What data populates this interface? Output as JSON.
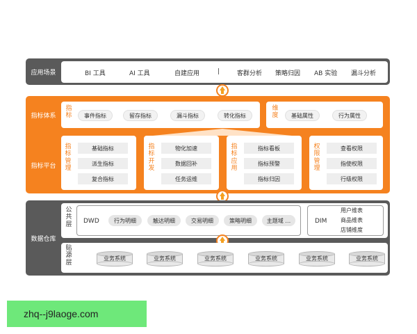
{
  "app_layer": {
    "label": "应用场景",
    "items": [
      "BI 工具",
      "AI 工具",
      "自建应用",
      "|",
      "客群分析",
      "策略归因",
      "AB 实验",
      "漏斗分析"
    ]
  },
  "metric_system": {
    "label": "指标体系",
    "indicator_box": {
      "title_chars": [
        "指",
        "标"
      ],
      "items": [
        "事件指标",
        "留存指标",
        "漏斗指标",
        "转化指标"
      ]
    },
    "dimension_box": {
      "title_chars": [
        "维",
        "度"
      ],
      "items": [
        "基础属性",
        "行为属性"
      ]
    }
  },
  "metric_platform": {
    "label": "指标平台",
    "modules": [
      {
        "title_chars": [
          "指",
          "标",
          "管",
          "理"
        ],
        "items": [
          "基础指标",
          "派生指标",
          "复合指标"
        ]
      },
      {
        "title_chars": [
          "指",
          "标",
          "开",
          "发"
        ],
        "items": [
          "物化加速",
          "数据回补",
          "任务运维"
        ]
      },
      {
        "title_chars": [
          "指",
          "标",
          "应",
          "用"
        ],
        "items": [
          "指标看板",
          "指标预警",
          "指标归因"
        ]
      },
      {
        "title_chars": [
          "权",
          "限",
          "管",
          "理"
        ],
        "items": [
          "查看权限",
          "指使权限",
          "行级权限"
        ]
      }
    ]
  },
  "data_warehouse": {
    "label": "数据仓库",
    "public_layer": {
      "title_chars": [
        "公",
        "共",
        "层"
      ],
      "dwd": {
        "label": "DWD",
        "items": [
          "行为明细",
          "触达明细",
          "交易明细",
          "策略明细",
          "主题域 …"
        ]
      },
      "dim": {
        "label": "DIM",
        "items": [
          "用户维表",
          "商品维表",
          "店铺维度"
        ]
      }
    },
    "source_layer": {
      "title_chars": [
        "贴",
        "源",
        "层"
      ],
      "systems": [
        "业务系统",
        "业务系统",
        "业务系统",
        "业务系统",
        "业务系统",
        "业务系统"
      ]
    }
  },
  "watermark": "zhq--j9laoge.com",
  "colors": {
    "orange": "#f5821f",
    "dark_gray": "#5a5a5a",
    "light_gray": "#eeeeee"
  }
}
